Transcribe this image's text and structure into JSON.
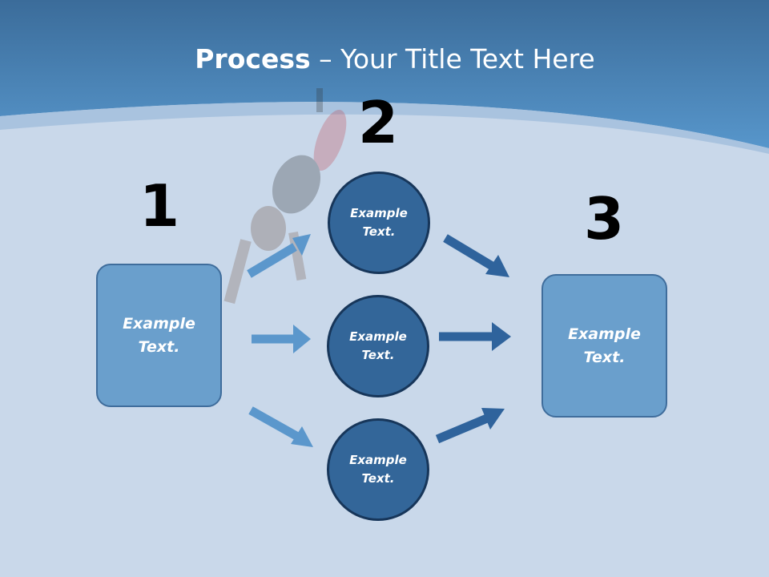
{
  "title": {
    "bold": "Process",
    "rest": " – Your Title Text Here"
  },
  "steps": {
    "one": "1",
    "two": "2",
    "three": "3"
  },
  "nodes": {
    "left": "Example\nText.",
    "top": "Example\nText.",
    "middle": "Example\nText.",
    "bottom": "Example\nText.",
    "right": "Example\nText."
  },
  "colors": {
    "header": "#4a86bd",
    "background": "#c9d8ea",
    "box_fill": "#6a9fcc",
    "circle_fill": "#336699",
    "arrow_light": "#5b97cc",
    "arrow_dark": "#2f639c"
  }
}
